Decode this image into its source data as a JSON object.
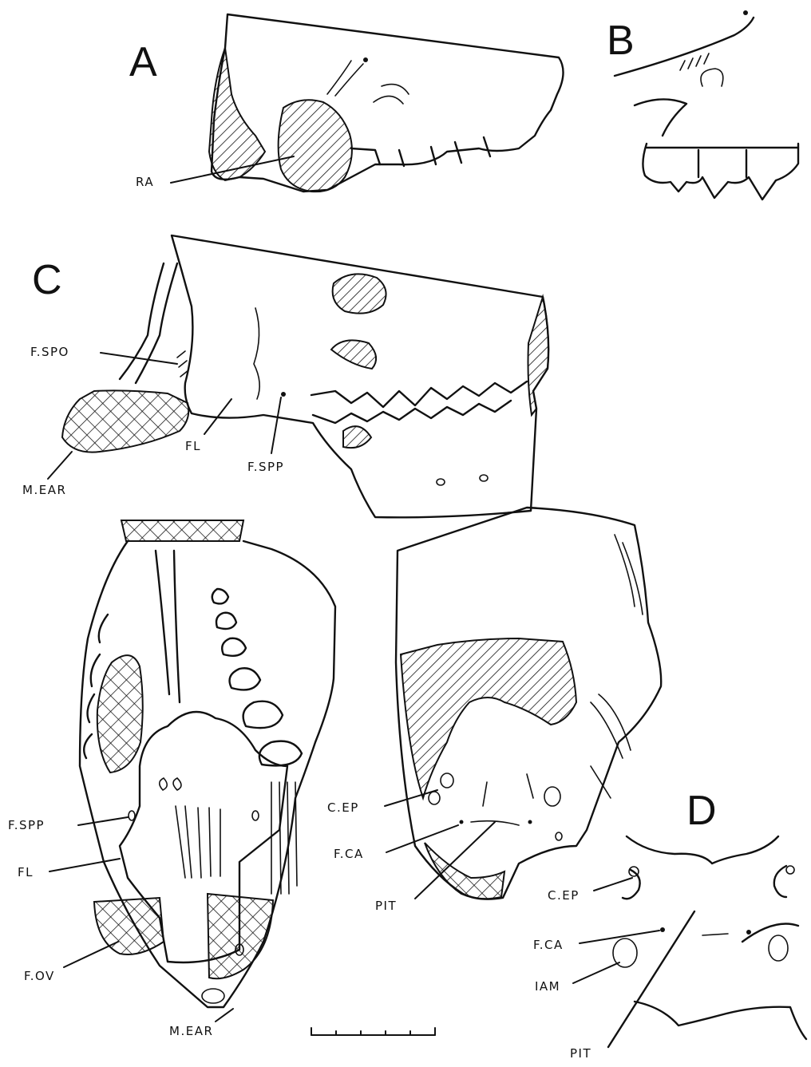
{
  "panels": {
    "A": {
      "letter": "A",
      "labels": {
        "ra": "RA"
      }
    },
    "B": {
      "letter": "B"
    },
    "C": {
      "letter": "C",
      "labels": {
        "fspo": "F.SPO",
        "fl": "FL",
        "fspp": "F.SPP",
        "mear": "M.EAR"
      }
    },
    "ventral": {
      "labels": {
        "fspp": "F.SPP",
        "fl": "FL",
        "fov": "F.OV",
        "mear": "M.EAR"
      }
    },
    "posterior": {
      "labels": {
        "cep": "C.EP",
        "fca": "F.CA",
        "pit": "PIT"
      }
    },
    "D": {
      "letter": "D",
      "labels": {
        "cep": "C.EP",
        "fca": "F.CA",
        "iam": "IAM",
        "pit": "PIT"
      }
    }
  },
  "scale_bar": {
    "ticks": 6
  }
}
